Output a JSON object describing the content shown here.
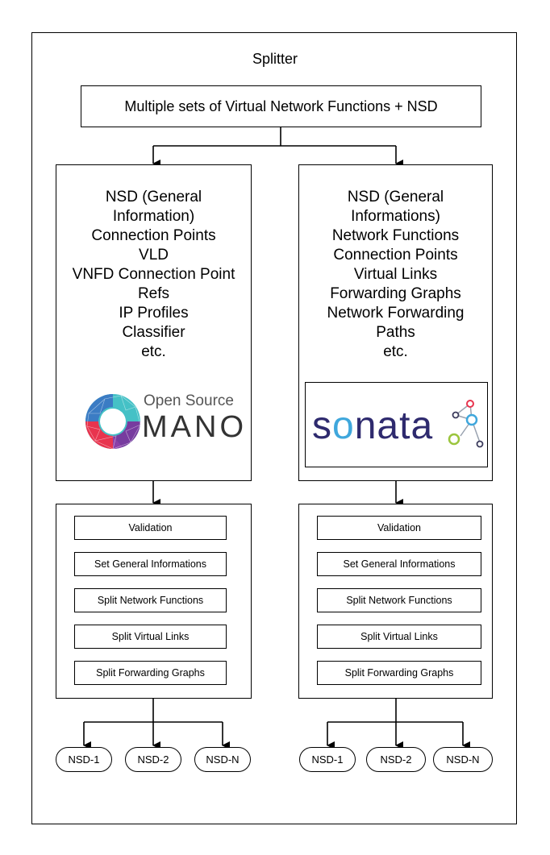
{
  "title": "Splitter",
  "top_box": "Multiple sets of Virtual Network Functions + NSD",
  "left_info": {
    "lines": [
      "NSD (General",
      "Information)",
      "Connection Points",
      "VLD",
      "VNFD Connection Point",
      "Refs",
      "IP Profiles",
      "Classifier",
      "etc."
    ],
    "logo_line1": "Open Source",
    "logo_line2": "MANO"
  },
  "right_info": {
    "lines": [
      "NSD (General",
      "Informations)",
      "Network Functions",
      "Connection Points",
      "Virtual Links",
      "Forwarding Graphs",
      "Network Forwarding",
      "Paths",
      "etc."
    ],
    "logo_text": "sonata"
  },
  "steps": [
    "Validation",
    "Set General Informations",
    "Split Network Functions",
    "Split Virtual Links",
    "Split Forwarding Graphs"
  ],
  "outputs": [
    "NSD-1",
    "NSD-2",
    "NSD-N"
  ],
  "colors": {
    "sonata_text": "#2e2a6e",
    "sonata_o": "#3fa7dc",
    "osm_logo": [
      "#e8344e",
      "#8b3fa8",
      "#3b7cc4",
      "#45c1c6"
    ]
  }
}
